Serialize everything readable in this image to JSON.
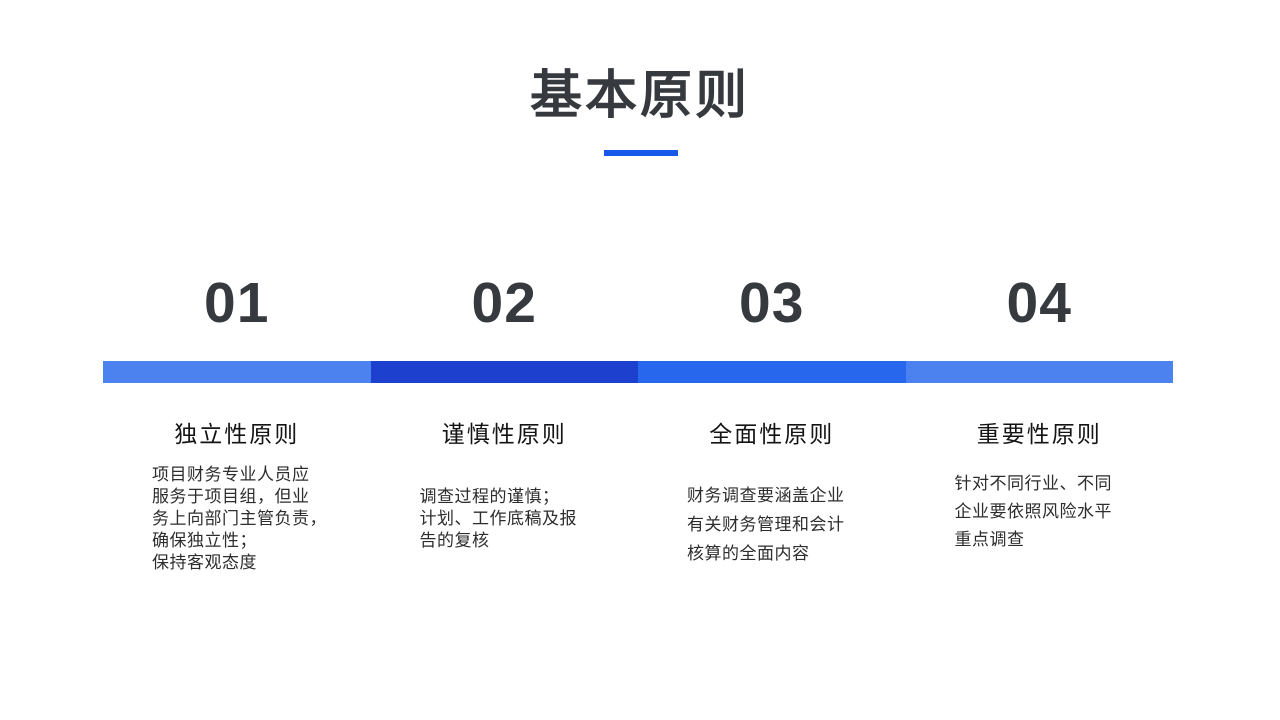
{
  "slide": {
    "title": "基本原则",
    "accent_colors": {
      "underline": "#1659e8",
      "bar_segments": [
        "#4c82f0",
        "#1e40ce",
        "#2667ee",
        "#4c82f0"
      ]
    },
    "columns": [
      {
        "number": "01",
        "heading": "独立性原则",
        "body": "项目财务专业人员应\n服务于项目组，但业\n务上向部门主管负责，\n确保独立性；\n保持客观态度"
      },
      {
        "number": "02",
        "heading": "谨慎性原则",
        "body": "调查过程的谨慎；\n计划、工作底稿及报\n告的复核"
      },
      {
        "number": "03",
        "heading": "全面性原则",
        "body": "财务调查要涵盖企业\n有关财务管理和会计\n核算的全面内容"
      },
      {
        "number": "04",
        "heading": "重要性原则",
        "body": "针对不同行业、不同\n企业要依照风险水平\n重点调查"
      }
    ]
  }
}
